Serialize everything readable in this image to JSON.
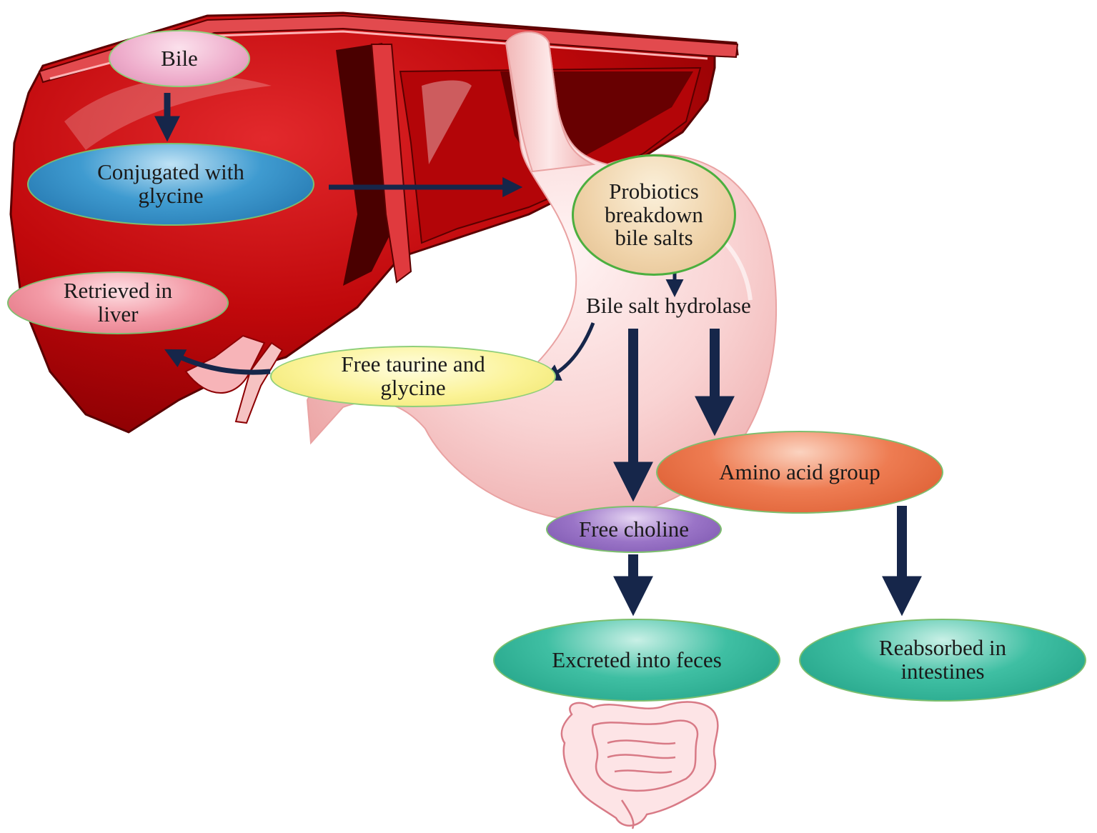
{
  "diagram": {
    "nodes": {
      "bile": {
        "lines": [
          "Bile"
        ]
      },
      "conjugated": {
        "lines": [
          "Conjugated with",
          "glycine"
        ]
      },
      "retrieved": {
        "lines": [
          "Retrieved in",
          "liver"
        ]
      },
      "probiotics": {
        "lines": [
          "Probiotics",
          "breakdown",
          "bile salts"
        ]
      },
      "bile_salt_hydrolase": {
        "text": "Bile salt hydrolase"
      },
      "free_taurine": {
        "lines": [
          "Free taurine and",
          "glycine"
        ]
      },
      "amino_acid": {
        "lines": [
          "Amino acid group"
        ]
      },
      "free_choline": {
        "lines": [
          "Free choline"
        ]
      },
      "excreted": {
        "lines": [
          "Excreted into feces"
        ]
      },
      "reabsorbed": {
        "lines": [
          "Reabsorbed in",
          "intestines"
        ]
      }
    },
    "edges": [
      {
        "from": "bile",
        "to": "conjugated"
      },
      {
        "from": "conjugated",
        "to": "probiotics"
      },
      {
        "from": "probiotics",
        "to": "bile_salt_hydrolase"
      },
      {
        "from": "bile_salt_hydrolase",
        "to": "free_taurine"
      },
      {
        "from": "free_taurine",
        "to": "retrieved"
      },
      {
        "from": "bile_salt_hydrolase",
        "to": "free_choline"
      },
      {
        "from": "bile_salt_hydrolase",
        "to": "amino_acid"
      },
      {
        "from": "free_choline",
        "to": "excreted"
      },
      {
        "from": "amino_acid",
        "to": "reabsorbed"
      }
    ],
    "illustrations": [
      "liver-illustration",
      "stomach-illustration",
      "intestines-illustration"
    ],
    "colors": {
      "arrow": "#16264a",
      "liver": "#c0080b",
      "liver_dark": "#5a0000",
      "stomach": "#f7c6c6",
      "intestine_outline": "#d87a86"
    }
  }
}
